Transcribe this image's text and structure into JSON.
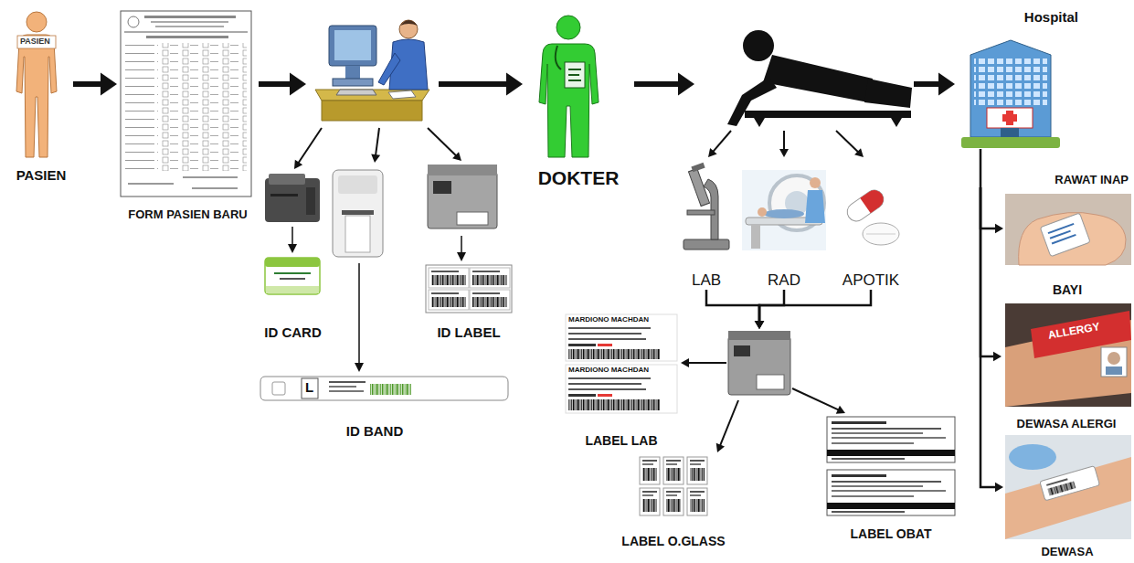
{
  "diagram": {
    "nodes": [
      {
        "text": [
          "PASIEN"
        ]
      },
      {
        "text": [
          "FORM PASIEN BARU"
        ]
      },
      {
        "text": []
      },
      {
        "text": [
          "ID CARD"
        ]
      },
      {
        "text": [
          "ID LABEL"
        ]
      },
      {
        "text": [
          "ID BAND"
        ]
      },
      {
        "text": [
          "DOKTER"
        ]
      },
      {
        "text": []
      },
      {
        "text": [
          "LAB"
        ]
      },
      {
        "text": [
          "RAD"
        ]
      },
      {
        "text": [
          "APOTIK"
        ]
      },
      {
        "text": []
      },
      {
        "text": [
          "LABEL LAB"
        ]
      },
      {
        "text": [
          "LABEL O.GLASS"
        ]
      },
      {
        "text": [
          "LABEL OBAT"
        ]
      },
      {
        "text": [
          "Hospital",
          "RAWAT INAP"
        ]
      },
      {
        "text": [
          "BAYI"
        ]
      },
      {
        "text": [
          "DEWASA ALERGI"
        ]
      },
      {
        "text": [
          "DEWASA"
        ]
      }
    ],
    "edges": [
      {
        "from": 0,
        "to": 1,
        "arrow": "to"
      },
      {
        "from": 1,
        "to": 2,
        "arrow": "to"
      },
      {
        "from": 2,
        "to": 3,
        "arrow": "to"
      },
      {
        "from": 2,
        "to": 4,
        "arrow": "to"
      },
      {
        "from": 2,
        "to": 5,
        "arrow": "to"
      },
      {
        "from": 2,
        "to": 6,
        "arrow": "to"
      },
      {
        "from": 6,
        "to": 7,
        "arrow": "to"
      },
      {
        "from": 7,
        "to": 8,
        "arrow": "to"
      },
      {
        "from": 7,
        "to": 9,
        "arrow": "to"
      },
      {
        "from": 7,
        "to": 10,
        "arrow": "to"
      },
      {
        "from": 8,
        "to": 11,
        "arrow": "to"
      },
      {
        "from": 9,
        "to": 11,
        "arrow": "to"
      },
      {
        "from": 10,
        "to": 11,
        "arrow": "to"
      },
      {
        "from": 11,
        "to": 12,
        "arrow": "to"
      },
      {
        "from": 11,
        "to": 13,
        "arrow": "to"
      },
      {
        "from": 11,
        "to": 14,
        "arrow": "to"
      },
      {
        "from": 7,
        "to": 15,
        "arrow": "to"
      },
      {
        "from": 15,
        "to": 16,
        "arrow": "to"
      },
      {
        "from": 15,
        "to": 17,
        "arrow": "to"
      },
      {
        "from": 15,
        "to": 18,
        "arrow": "to"
      }
    ],
    "labels": [
      "PASIEN",
      "L",
      "MARDIONO MACHDAN",
      "MARDIONO MACHDAN",
      "ALLERGY"
    ]
  }
}
